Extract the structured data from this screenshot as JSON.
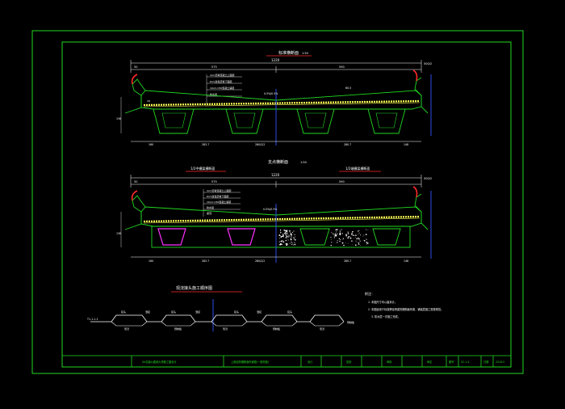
{
  "colors": {
    "background": "#000000",
    "frame": "#22d822",
    "structure": "#22d822",
    "dimension": "#ffffff",
    "pavement": "#ffff55",
    "accent_red": "#ff2a2a",
    "accent_magenta": "#ff33ff",
    "centerline": "#3355ff",
    "title_block": "#22d822"
  },
  "section_upper": {
    "title": "标准横断面",
    "scale": "1:50",
    "overall_width": "1220",
    "right_label": "500/2",
    "left_edge": "50",
    "segment_left": "575",
    "segment_right": "590",
    "bottom_dims": [
      "160",
      "283.7",
      "280/2/2",
      "280.7",
      "148"
    ],
    "center_mark": "0.5%/0.5%",
    "slope_mark": "60.5",
    "layer_notes": [
      "4cm沥青混凝土上面层",
      "6cm改性沥青下面层",
      "10cm C50混凝土铺装",
      "防水层"
    ],
    "left_height": "136",
    "left_small": "18"
  },
  "section_lower": {
    "title": "支点横断面",
    "scale": "1:50",
    "left_sub": "1/2中横梁横断面",
    "right_sub": "1/2端横梁横断面",
    "overall_width": "1220",
    "right_label": "500/2",
    "left_edge": "50",
    "segment_left": "575",
    "segment_right": "590",
    "bottom_dims": [
      "160",
      "283.7",
      "280/2/2",
      "280.7",
      "148"
    ],
    "center_mark": "0.5%/0.5%",
    "layer_notes": [
      "4cm沥青混凝土上面层",
      "6cm改性沥青下面层",
      "10cm C50混凝土铺装",
      "防水层",
      "梁顶"
    ],
    "left_height": "136"
  },
  "detail": {
    "title": "现浇接头施工顺序图",
    "left_label": "T1-1-1-1",
    "labels": [
      "接头",
      "湿接",
      "接头",
      "湿接",
      "接头",
      "湿接",
      "接头"
    ],
    "under_labels": [
      "现浇",
      "预制板",
      "现浇",
      "预制板",
      "现浇"
    ],
    "right_label": "预制板"
  },
  "notes": {
    "heading": "附注：",
    "items": [
      "1. 本图尺寸均以厘米计。",
      "2. 本图适用于标准跨径桥梁的横断面布置，铺装层施工需按规范。",
      "3. 防水层一次施工完成。"
    ]
  },
  "title_block": {
    "project": "XX高速公路某大桥施工图设计",
    "drawing": "上部结构横断面布置图(一般构造)",
    "design": "设计",
    "check": "复核",
    "review": "审核",
    "approve": "审定",
    "figure_label": "图号",
    "figure_no": "S2-1-4",
    "date_label": "日期",
    "date": "2016.5"
  }
}
